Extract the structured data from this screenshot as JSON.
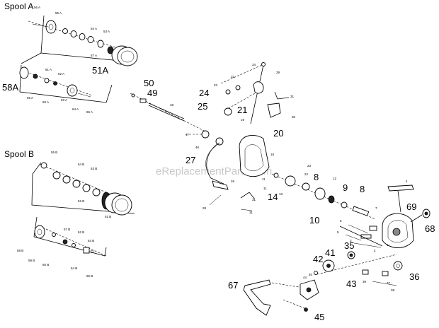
{
  "headers": {
    "spool_a": "Spool A",
    "spool_b": "Spool B"
  },
  "watermark": "eReplacementParts.com",
  "big_labels": {
    "l51A": "51A",
    "l58A": "58A",
    "l50": "50",
    "l49": "49",
    "l24": "24",
    "l25": "25",
    "l21": "21",
    "l20": "20",
    "l27": "27",
    "l8a": "8",
    "l9": "9",
    "l8b": "8",
    "l14": "14",
    "l10": "10",
    "l69": "69",
    "l68": "68",
    "l35": "35",
    "l41": "41",
    "l42": "42",
    "l36": "36",
    "l43": "43",
    "l67": "67",
    "l45": "45"
  },
  "small_labels": {
    "s56A": "56 A",
    "s55A": "55 A",
    "s54A": "54 A",
    "s53A": "53 A",
    "s57A": "57 A",
    "s61A": "61 A",
    "s62A": "62 A",
    "s59A": "59 A",
    "s60A": "60 A",
    "s63A": "63 A",
    "s64A": "64 A",
    "s65A": "65 A",
    "s55B": "55 B",
    "s54B": "54 B",
    "s53B": "53 B",
    "s52B": "52 B",
    "s51B": "51 B",
    "s57B": "57 B",
    "s58B": "58 B",
    "s62B": "62 B",
    "s63B": "63 B",
    "s59B": "59 B",
    "s60B": "60 B",
    "s64B": "64 B",
    "s65B": "65 B",
    "s34": "34",
    "s29": "29",
    "s32": "32",
    "s33": "33",
    "s31a": "31",
    "s30": "30",
    "s19": "19",
    "s18": "18",
    "s47": "47",
    "s46": "46",
    "s48": "48",
    "s23": "23",
    "s22": "22",
    "s11a": "11",
    "s11b": "11",
    "s13": "13",
    "s12": "12",
    "s26": "26",
    "s28": "28",
    "s31b": "31",
    "s31c": "31",
    "s4": "4",
    "s7": "7",
    "s6": "6",
    "s5": "5",
    "s3": "3",
    "s2": "2",
    "s1": "1",
    "s40": "40",
    "s44": "44",
    "s39": "39",
    "s37": "37",
    "s38": "38"
  },
  "colors": {
    "ink": "#000000",
    "watermark": "#c8c8c8",
    "background": "#ffffff"
  }
}
